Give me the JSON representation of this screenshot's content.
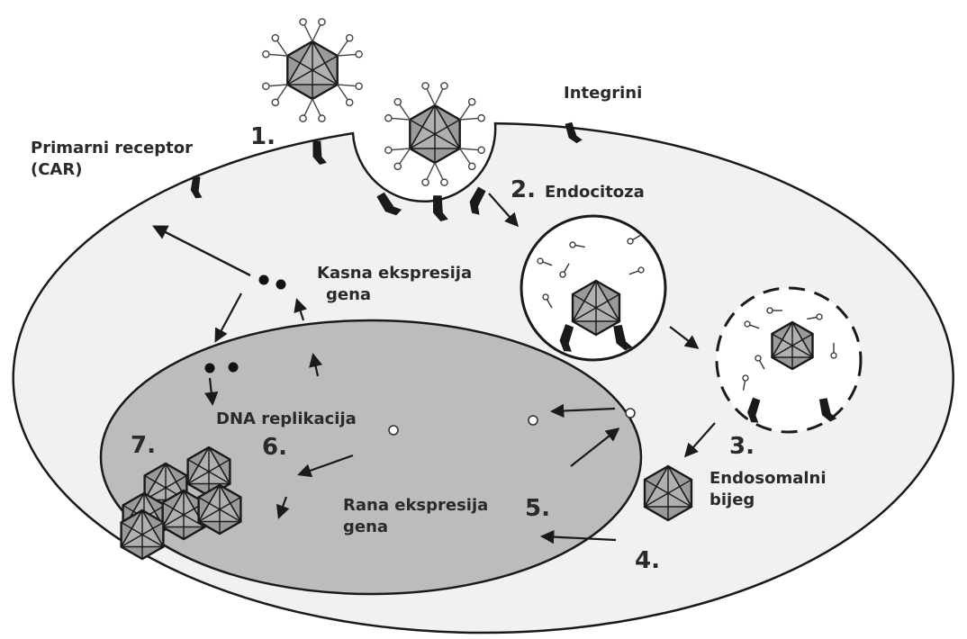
{
  "colors": {
    "cell_fill": "#f1f1f1",
    "nucleus_fill": "#bcbcbc",
    "outline": "#1a1a1a",
    "capsid_fill": "#9a9a9a",
    "label": "#2a2a2a"
  },
  "labels": {
    "integrini": "Integrini",
    "primarni_1": "Primarni receptor",
    "primarni_2": "(CAR)",
    "endocitoza": "Endocitoza",
    "kasna_1": "Kasna ekspresija",
    "kasna_2": "gena",
    "dna": "DNA replikacija",
    "rana_1": "Rana ekspresija",
    "rana_2": "gena",
    "bijeg_1": "Endosomalni",
    "bijeg_2": "bijeg"
  },
  "steps": {
    "s1": "1.",
    "s2": "2.",
    "s3": "3.",
    "s4": "4.",
    "s5": "5.",
    "s6": "6.",
    "s7": "7."
  },
  "icons": [
    "adenovirus-capsid-icon",
    "receptor-icon",
    "endosome-icon",
    "nucleus",
    "arrow-icon"
  ]
}
